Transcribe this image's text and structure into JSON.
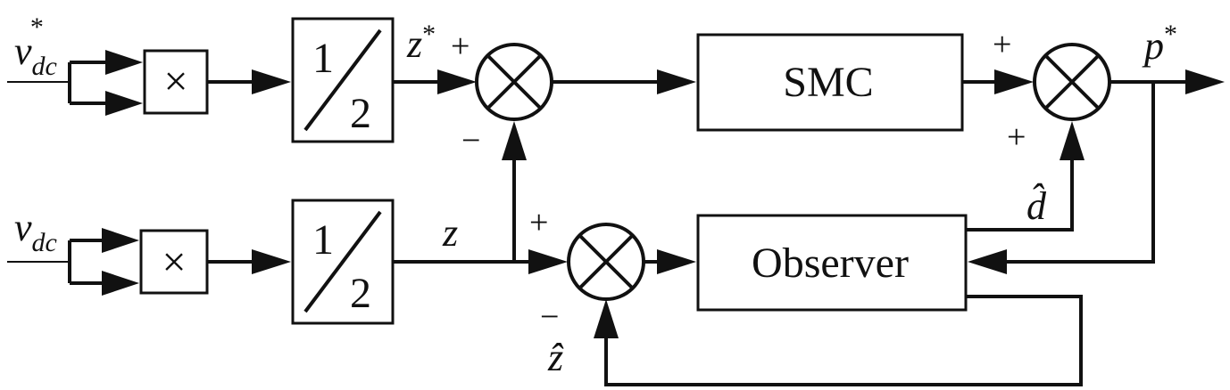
{
  "colors": {
    "stroke": "#111111",
    "background": "#ffffff"
  },
  "inputs": {
    "ref": {
      "main": "v",
      "sub": "dc",
      "sup": "*"
    },
    "meas": {
      "main": "v",
      "sub": "dc"
    }
  },
  "blocks": {
    "multiply_symbol": "×",
    "half_num": "1",
    "half_den": "2",
    "smc": "SMC",
    "observer": "Observer"
  },
  "signals": {
    "z_star": {
      "main": "z",
      "sup": "*"
    },
    "z": "z",
    "z_hat": "ẑ",
    "d_hat": "d̂",
    "p_star": {
      "main": "p",
      "sup": "*"
    }
  },
  "signs": {
    "sum1_top_left": "+",
    "sum1_bottom": "−",
    "sum2_top_left": "+",
    "sum2_bottom": "+",
    "sum3_top_left": "+",
    "sum3_bottom": "−"
  }
}
